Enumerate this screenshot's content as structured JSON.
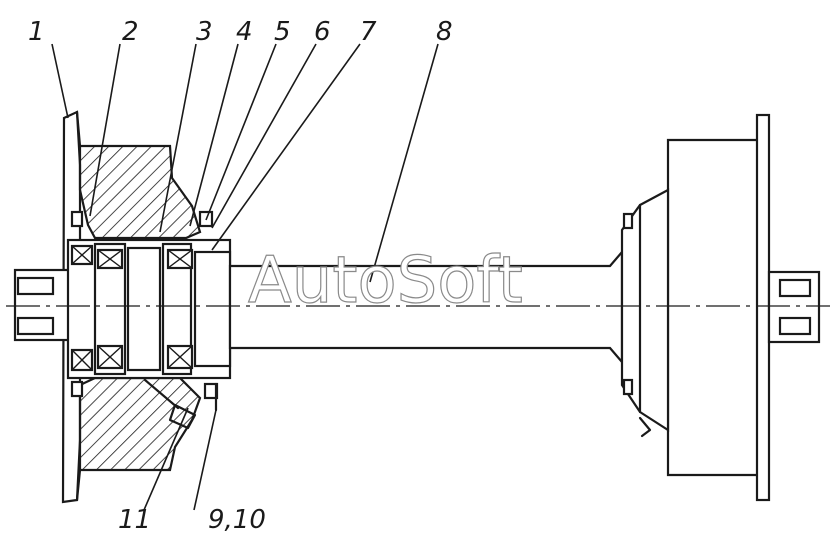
{
  "watermark": "AutoSoft",
  "callouts": [
    "1",
    "2",
    "3",
    "4",
    "5",
    "6",
    "7",
    "8",
    "11",
    "9,10"
  ]
}
